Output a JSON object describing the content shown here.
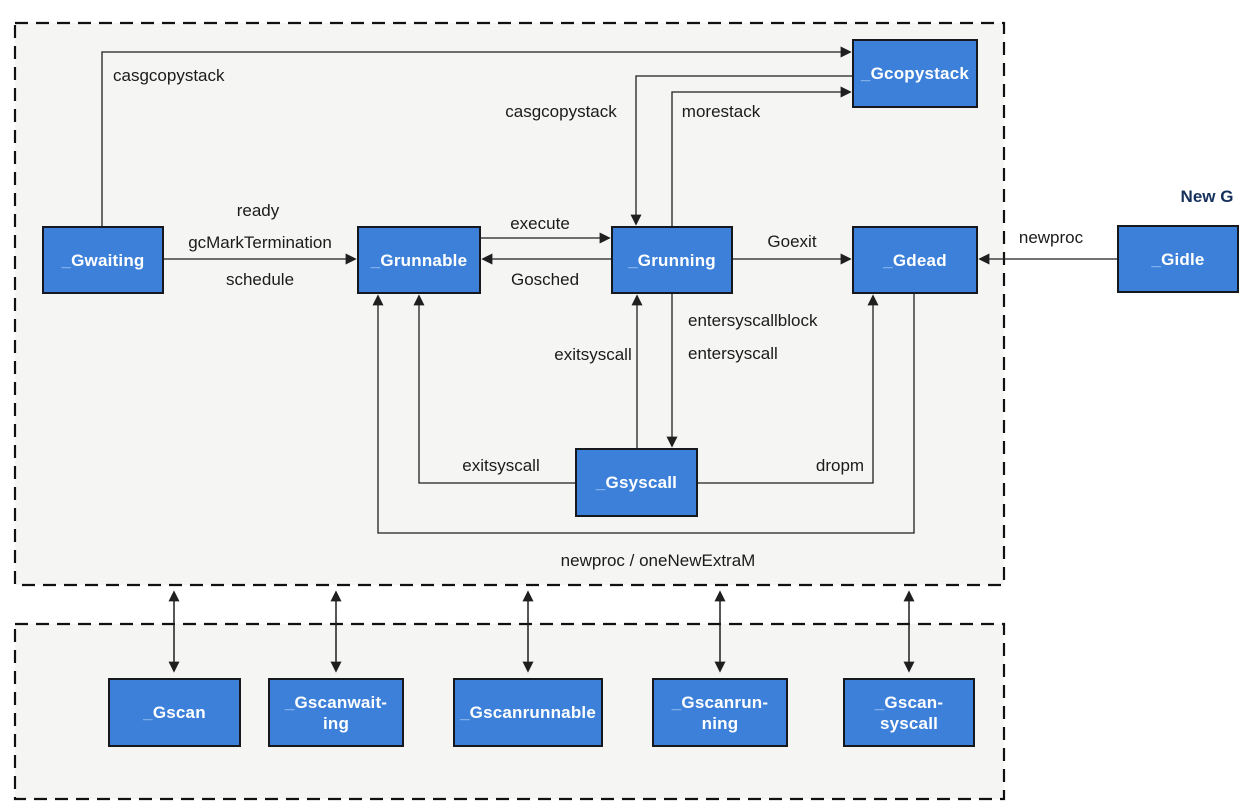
{
  "diagram": {
    "annotation": {
      "new_g": "New G"
    },
    "states": [
      {
        "name": "_Gwaiting"
      },
      {
        "name": "_Grunnable"
      },
      {
        "name": "_Grunning"
      },
      {
        "name": "_Gdead"
      },
      {
        "name": "_Gcopystack"
      },
      {
        "name": "_Gidle"
      },
      {
        "name": "_Gsyscall"
      },
      {
        "name": "_Gscan"
      },
      {
        "name": "_Gscanwait-\ning"
      },
      {
        "name": "_Gscanrunnable"
      },
      {
        "name": "_Gscanrun-\nning"
      },
      {
        "name": "_Gscan-\nsyscall"
      }
    ],
    "transitions": [
      {
        "label": "casgcopystack",
        "from": "_Gwaiting",
        "to": "_Gcopystack"
      },
      {
        "label": "ready",
        "from": "_Gwaiting",
        "to": "_Grunnable"
      },
      {
        "label": "gcMarkTermination",
        "from": "_Gwaiting",
        "to": "_Grunnable"
      },
      {
        "label": "schedule",
        "from": "_Gwaiting",
        "to": "_Grunnable"
      },
      {
        "label": "execute",
        "from": "_Grunnable",
        "to": "_Grunning"
      },
      {
        "label": "Gosched",
        "from": "_Grunning",
        "to": "_Grunnable"
      },
      {
        "label": "casgcopystack",
        "from": "_Gcopystack",
        "to": "_Grunning"
      },
      {
        "label": "morestack",
        "from": "_Grunning",
        "to": "_Gcopystack"
      },
      {
        "label": "Goexit",
        "from": "_Grunning",
        "to": "_Gdead"
      },
      {
        "label": "newproc",
        "from": "_Gidle",
        "to": "_Gdead"
      },
      {
        "label": "entersyscallblock",
        "from": "_Grunning",
        "to": "_Gsyscall"
      },
      {
        "label": "entersyscall",
        "from": "_Grunning",
        "to": "_Gsyscall"
      },
      {
        "label": "exitsyscall",
        "from": "_Gsyscall",
        "to": "_Grunning"
      },
      {
        "label": "exitsyscall",
        "from": "_Gsyscall",
        "to": "_Grunnable"
      },
      {
        "label": "dropm",
        "from": "_Gsyscall",
        "to": "_Gdead"
      },
      {
        "label": "newproc / oneNewExtraM",
        "from": "_Gdead",
        "to": "_Grunnable"
      }
    ],
    "scan_links": [
      {
        "between": "main-states-box",
        "and": "_Gscan",
        "bidirectional": true
      },
      {
        "between": "main-states-box",
        "and": "_Gscanwaiting",
        "bidirectional": true
      },
      {
        "between": "main-states-box",
        "and": "_Gscanrunnable",
        "bidirectional": true
      },
      {
        "between": "main-states-box",
        "and": "_Gscanrunning",
        "bidirectional": true
      },
      {
        "between": "main-states-box",
        "and": "_Gscansyscall",
        "bidirectional": true
      }
    ],
    "colors": {
      "state_fill": "#3c80d9",
      "state_border": "#15181c",
      "state_text": "#ffffff",
      "state_underscore": "#b9d7f4",
      "container_fill": "#f5f5f4",
      "dashed_border": "#111111",
      "arrow": "#1f1f1f",
      "label_text": "#1b1b1b",
      "new_g_text": "#16305c"
    }
  }
}
